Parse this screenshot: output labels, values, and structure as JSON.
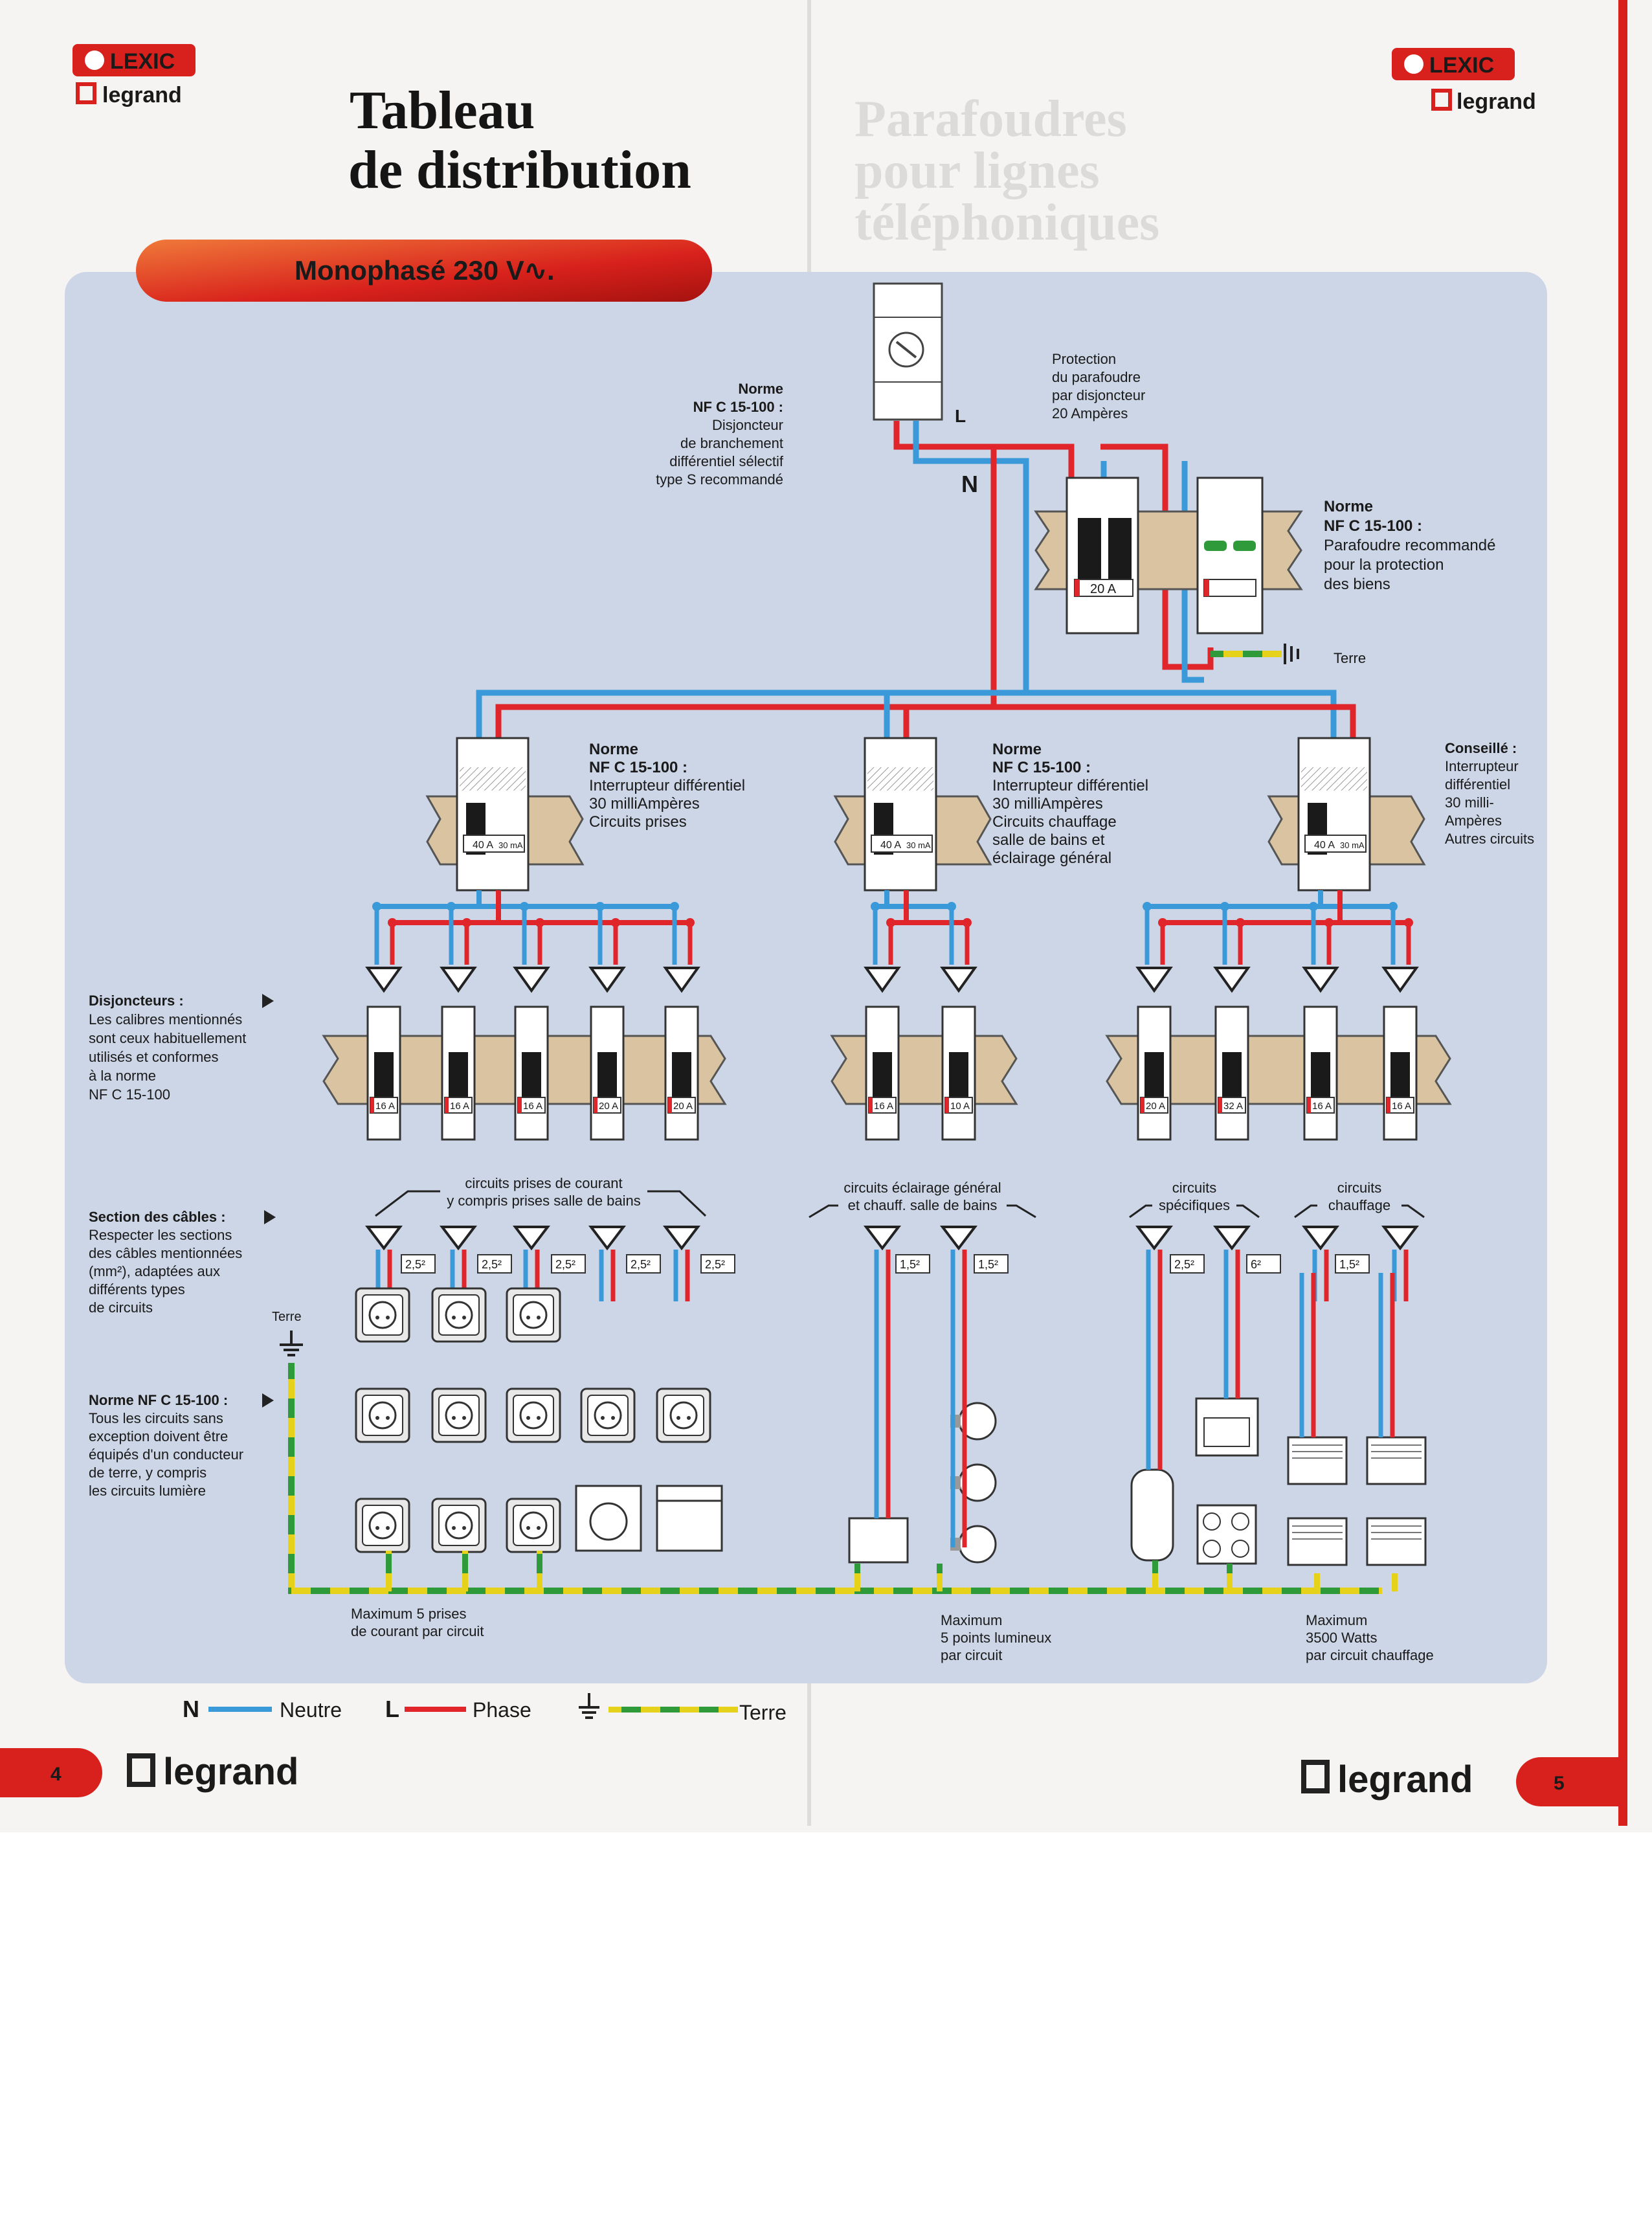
{
  "header": {
    "badge_label": "LEXIC",
    "brand": "legrand",
    "title_line1": "Tableau",
    "title_line2": "de distribution",
    "banner_label": "Monophasé 230 V∿."
  },
  "ghost_heading": [
    "Parafoudres",
    "pour lignes",
    "téléphoniques"
  ],
  "top_labels": {
    "phase_letter": "L",
    "neutral_letter": "N",
    "earth_label": "Terre"
  },
  "annotations": {
    "branch_breaker": [
      "Norme",
      "NF C 15-100 :",
      "Disjoncteur",
      "de branchement",
      "différentiel sélectif",
      "type S recommandé"
    ],
    "surge_protection": [
      "Protection",
      "du parafoudre",
      "par disjoncteur",
      "20 Ampères"
    ],
    "surge_arrester": [
      "Norme",
      "NF C 15-100 :",
      "Parafoudre recommandé",
      "pour la protection",
      "des biens"
    ],
    "rcd_outlets": [
      "Norme",
      "NF C 15-100 :",
      "Interrupteur différentiel",
      "30 milliAmpères",
      "Circuits prises"
    ],
    "rcd_heating": [
      "Norme",
      "NF C 15-100 :",
      "Interrupteur différentiel",
      "30 milliAmpères",
      "Circuits chauffage",
      "salle de bains et",
      "éclairage général"
    ],
    "rcd_other": [
      "Conseillé :",
      "Interrupteur",
      "différentiel",
      "30 milli-",
      "Ampères",
      "Autres circuits"
    ]
  },
  "side_notes": {
    "breakers": [
      "Disjoncteurs :",
      "Les calibres mentionnés",
      "sont ceux habituellement",
      "utilisés et conformes",
      "à la norme",
      "NF C 15-100"
    ],
    "cables": [
      "Section des câbles :",
      "Respecter les sections",
      "des câbles mentionnées",
      "(mm²), adaptées aux",
      "différents types",
      "de circuits"
    ],
    "earth_norm": [
      "Norme NF C 15-100 :",
      "Tous les circuits sans",
      "exception doivent être",
      "équipés d'un conducteur",
      "de terre, y compris",
      "les circuits lumière"
    ]
  },
  "ratings": {
    "surge_breaker": "20 A",
    "rcd": "40 A",
    "rcd_sensitivity": "30 mA",
    "group1": [
      "16 A",
      "16 A",
      "16 A",
      "20 A",
      "20 A"
    ],
    "group2": [
      "16 A",
      "10 A"
    ],
    "group3": [
      "20 A",
      "32 A",
      "16 A",
      "16 A"
    ]
  },
  "circuit_labels": {
    "outlets": [
      "circuits prises de courant",
      "y compris prises salle de bains"
    ],
    "lighting": [
      "circuits éclairage général",
      "et chauff. salle de bains"
    ],
    "specific": [
      "circuits",
      "spécifiques"
    ],
    "heating": [
      "circuits",
      "chauffage"
    ]
  },
  "cable_sections": {
    "group1": [
      "2,5²",
      "2,5²",
      "2,5²",
      "2,5²",
      "2,5²"
    ],
    "group2": [
      "1,5²",
      "1,5²"
    ],
    "group3": [
      "2,5²",
      "6²",
      "1,5²"
    ]
  },
  "bottom_notes": {
    "outlets_max": [
      "Maximum 5 prises",
      "de courant par circuit"
    ],
    "lights_max": [
      "Maximum",
      "5 points lumineux",
      "par circuit"
    ],
    "heating_max": [
      "Maximum",
      "3500 Watts",
      "par circuit chauffage"
    ]
  },
  "legend": {
    "n_letter": "N",
    "n_label": "Neutre",
    "l_letter": "L",
    "l_label": "Phase",
    "e_label": "Terre"
  },
  "footer": {
    "page_left": "4",
    "page_right": "5",
    "brand": "legrand"
  },
  "colors": {
    "phase": "#e0262b",
    "neutral": "#3a9ad9",
    "earth_green": "#2e9a3a",
    "earth_yellow": "#e6d21a",
    "panel_bg": "#cdd6e6",
    "rail": "#d9c3a0",
    "brand_red": "#d8211c"
  }
}
